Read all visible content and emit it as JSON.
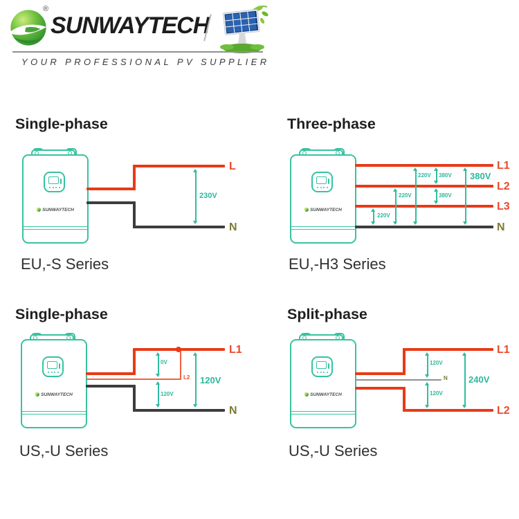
{
  "header": {
    "brand": "SUNWAYTECH",
    "registered": "®",
    "tagline": "YOUR PROFESSIONAL PV SUPPLIER",
    "logo_icon": "green-globe-swoosh-icon",
    "photo_icon": "solar-panel-grass-icon"
  },
  "inverter_brand": "SUNWAYTECH",
  "quadrants": {
    "q1": {
      "title": "Single-phase",
      "series": "EU,-S Series",
      "labels": {
        "l": "L",
        "n": "N"
      },
      "voltages": {
        "ln": "230V"
      }
    },
    "q2": {
      "title": "Three-phase",
      "series": "EU,-H3 Series",
      "labels": {
        "l1": "L1",
        "l2": "L2",
        "l3": "L3",
        "n": "N"
      },
      "voltages": {
        "l3n": "220V",
        "l2n": "220V",
        "l1n": "220V",
        "l1l2": "380V",
        "l2l3": "380V",
        "total": "380V"
      }
    },
    "q3": {
      "title": "Single-phase",
      "series": "US,-U Series",
      "labels": {
        "l1": "L1",
        "l2": "L2",
        "n": "N"
      },
      "voltages": {
        "l1l2": "0V",
        "l2n": "120V",
        "l1n": "120V"
      }
    },
    "q4": {
      "title": "Split-phase",
      "series": "US,-U Series",
      "labels": {
        "l1": "L1",
        "n": "N",
        "l2": "L2"
      },
      "voltages": {
        "l1n": "120V",
        "nl2": "120V",
        "l1l2": "240V"
      }
    }
  },
  "colors": {
    "teal": "#38c2a0",
    "arrow_teal": "#2fbda0",
    "voltage_text": "#2db89b",
    "wire_red": "#e83a17",
    "wire_red_thin": "#f2603f",
    "wire_black": "#3d3d3d",
    "wire_gray": "#8f8f8f",
    "label_red": "#e84a2e",
    "label_olive": "#7c7c33"
  }
}
